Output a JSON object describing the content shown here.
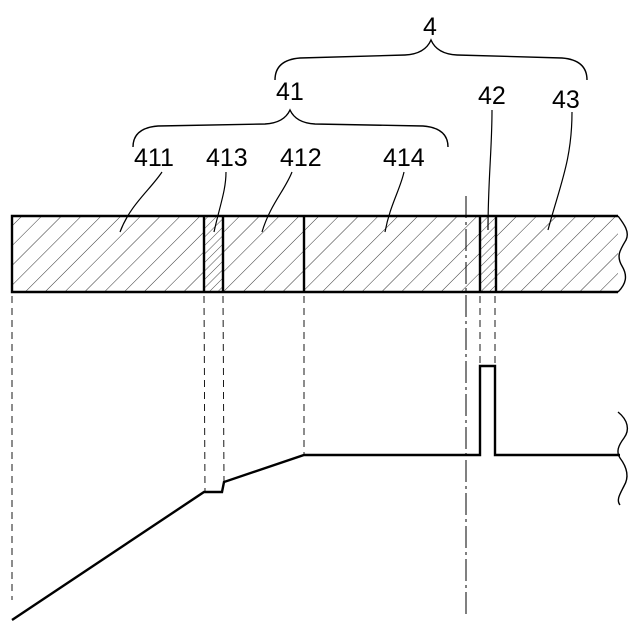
{
  "labels": {
    "assembly": "4",
    "group": "41",
    "part_42": "42",
    "part_43": "43",
    "part_411": "411",
    "part_413": "413",
    "part_412": "412",
    "part_414": "414"
  },
  "colors": {
    "ink": "#000000",
    "background": "#ffffff"
  }
}
